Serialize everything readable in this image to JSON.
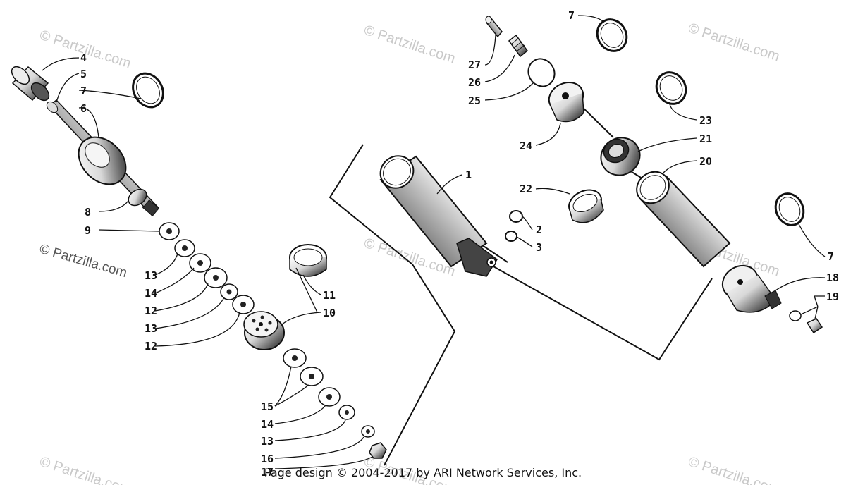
{
  "watermarks": [
    "© Partzilla.com",
    "© Partzilla.com",
    "© Partzilla.com",
    "© Partzilla.com",
    "© Partzilla.com",
    "© Partzilla.com",
    "© Partzilla.com",
    "© Partzilla.com",
    "© Partzilla.com"
  ],
  "callouts": [
    {
      "id": "c4a",
      "label": "4"
    },
    {
      "id": "c5",
      "label": "5"
    },
    {
      "id": "c7a",
      "label": "7"
    },
    {
      "id": "c6",
      "label": "6"
    },
    {
      "id": "c8",
      "label": "8"
    },
    {
      "id": "c9",
      "label": "9"
    },
    {
      "id": "c13a",
      "label": "13"
    },
    {
      "id": "c14a",
      "label": "14"
    },
    {
      "id": "c12a",
      "label": "12"
    },
    {
      "id": "c13b",
      "label": "13"
    },
    {
      "id": "c12b",
      "label": "12"
    },
    {
      "id": "c11",
      "label": "11"
    },
    {
      "id": "c10",
      "label": "10"
    },
    {
      "id": "c15",
      "label": "15"
    },
    {
      "id": "c14b",
      "label": "14"
    },
    {
      "id": "c13c",
      "label": "13"
    },
    {
      "id": "c16",
      "label": "16"
    },
    {
      "id": "c17",
      "label": "17"
    },
    {
      "id": "c1",
      "label": "1"
    },
    {
      "id": "c2",
      "label": "2"
    },
    {
      "id": "c3",
      "label": "3"
    },
    {
      "id": "c7b",
      "label": "7"
    },
    {
      "id": "c27",
      "label": "27"
    },
    {
      "id": "c26",
      "label": "26"
    },
    {
      "id": "c25",
      "label": "25"
    },
    {
      "id": "c23",
      "label": "23"
    },
    {
      "id": "c24",
      "label": "24"
    },
    {
      "id": "c21",
      "label": "21"
    },
    {
      "id": "c20",
      "label": "20"
    },
    {
      "id": "c22",
      "label": "22"
    },
    {
      "id": "c7c",
      "label": "7"
    },
    {
      "id": "c18",
      "label": "18"
    },
    {
      "id": "c19",
      "label": "19"
    }
  ],
  "footer": "Page design © 2004-2017 by ARI Network Services, Inc."
}
